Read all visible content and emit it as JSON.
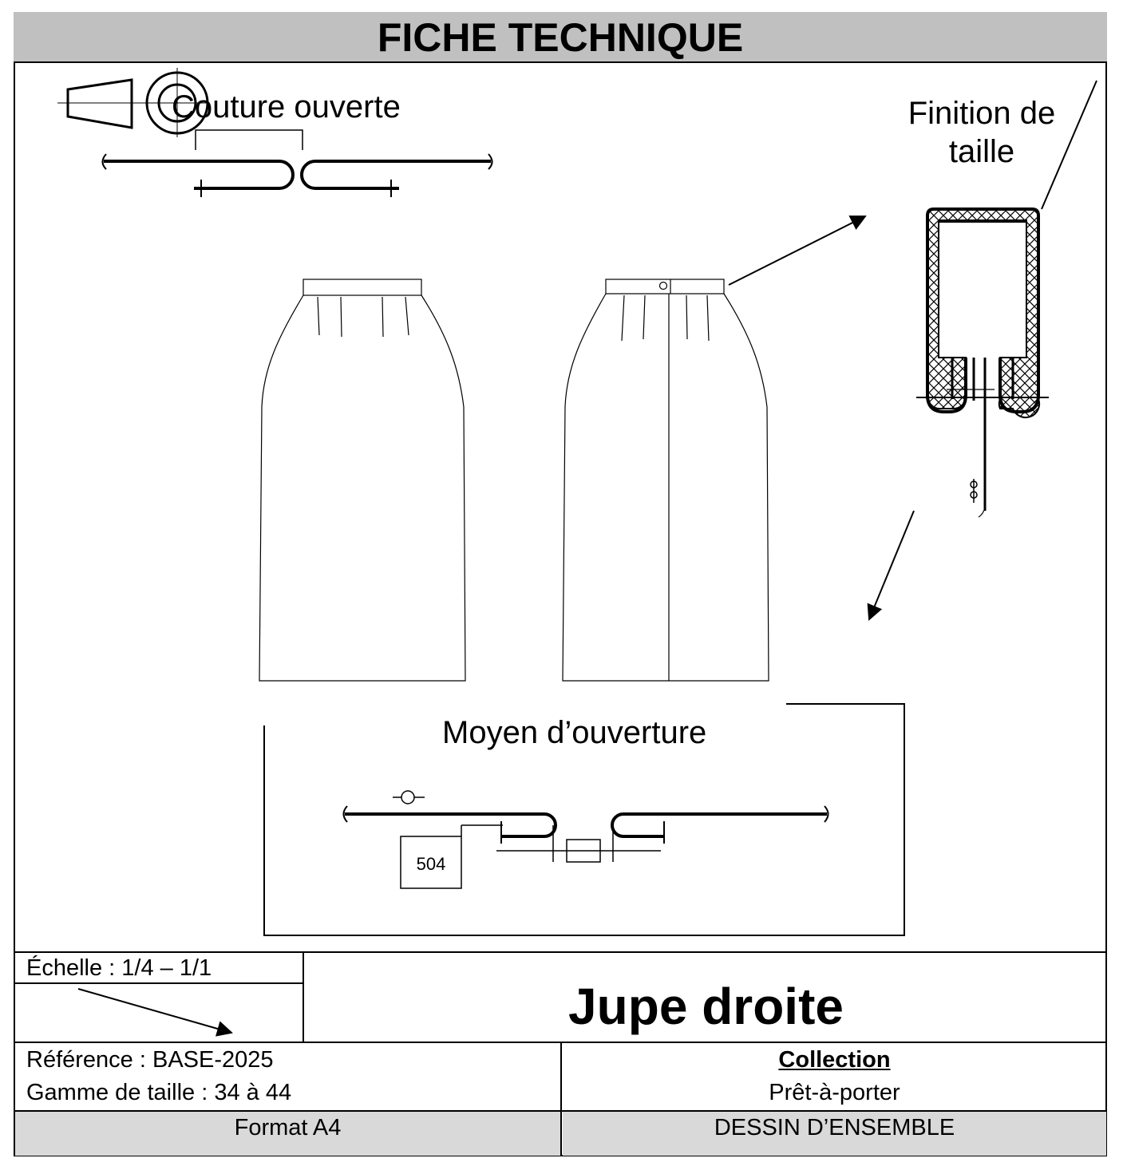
{
  "header": {
    "title": "FICHE TECHNIQUE"
  },
  "labels": {
    "couture": "Couture ouverte",
    "finition_line1": "Finition de",
    "finition_line2": "taille",
    "moyen": "Moyen d’ouverture",
    "stitch_code": "504"
  },
  "title_block": {
    "scale": "Échelle : 1/4 – 1/1",
    "name": "Jupe droite",
    "reference": "Référence : BASE-2025",
    "size_range": "Gamme de taille : 34 à 44",
    "collection_heading": "Collection",
    "collection_value": "Prêt-à-porter",
    "format": "Format A4",
    "drawing_type": "DESSIN D’ENSEMBLE"
  }
}
